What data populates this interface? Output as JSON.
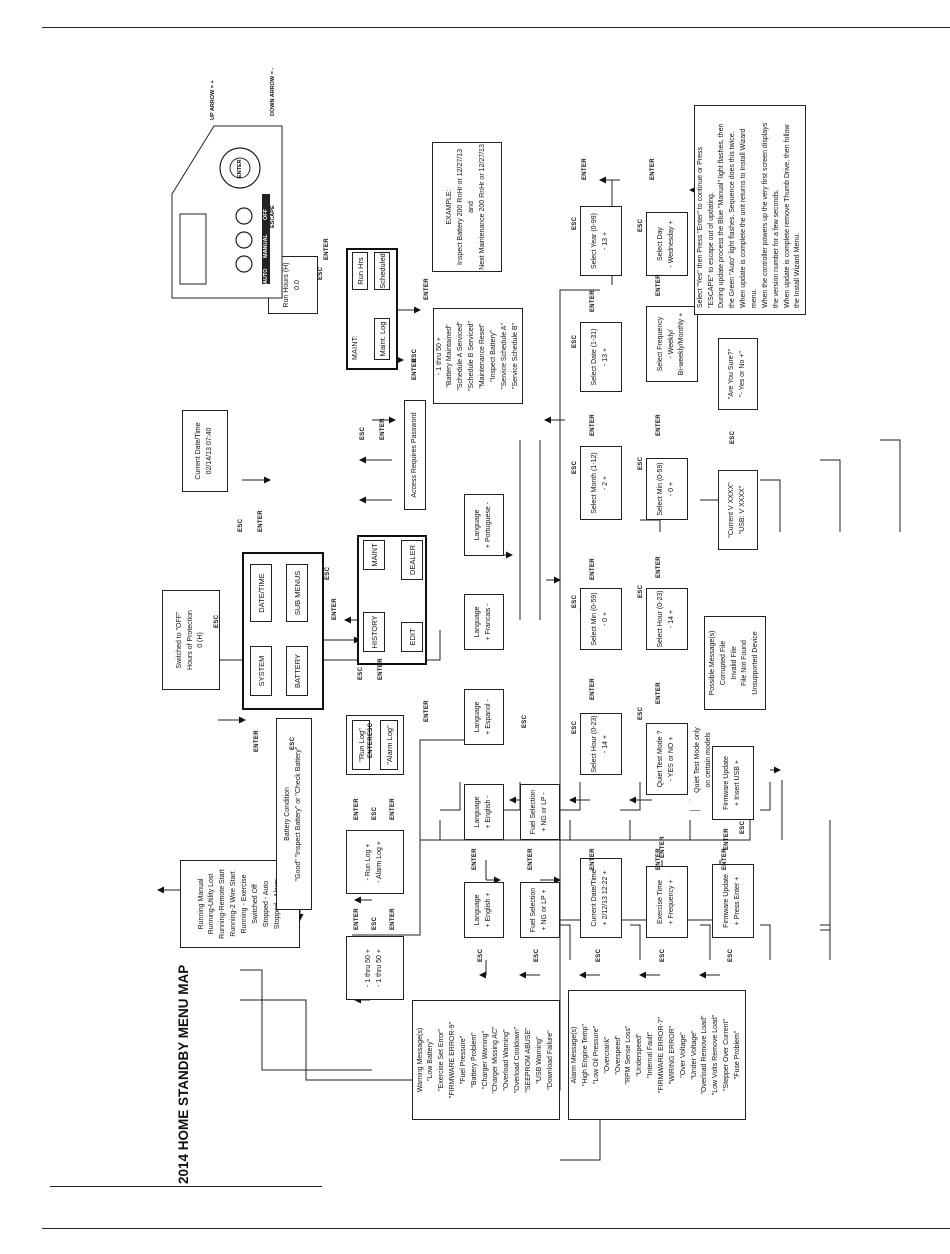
{
  "title": "2014 HOME STANDBY MENU MAP",
  "labels": {
    "enter": "ENTER",
    "esc": "ESC"
  },
  "status_list": [
    "Running Manual",
    "Running-Utility Lost",
    "Running-Remote Start",
    "Running-2 Wire Start",
    "Running - Exercise",
    "Switched Off",
    "Stopped - Auto",
    "Stopped - Alarm"
  ],
  "switched_off": [
    "Switched to \"OFF\"",
    "Hours of Protection",
    "0 (H)"
  ],
  "main_menu": {
    "system": "SYSTEM",
    "battery": "BATTERY",
    "date_time": "DATE/TIME",
    "sub_menus": "SUB MENUS"
  },
  "battery_condition": [
    "Battery Condition",
    "\"Good\" \"Inspect Battery\" or \"Check Battery\""
  ],
  "current_date_time": [
    "Current Date/Time",
    "02/14/13  07:40"
  ],
  "sub_menu": {
    "history": "HISTORY",
    "maint": "MAINT",
    "edit": "EDIT",
    "dealer": "DEALER"
  },
  "access_password": "Access Requires Password",
  "run_hours": [
    "Run Hours (H)",
    "0.0"
  ],
  "maint_menu": {
    "title": "MAINT:",
    "run_hrs": "Run Hrs",
    "scheduled": "Scheduled",
    "maint_log": "Maint. Log"
  },
  "example": [
    "EXAMPLE:",
    "Inspect Battery 200 RnHr or 12/27/13",
    "and",
    "Next Maintenance 200 RnHr or 12/27/13"
  ],
  "maint_log_list": [
    "- 1 thru 50 +",
    "\"Battery Maintained\"",
    "\"Schedule A Serviced\"",
    "\"Schedule B Serviced\"",
    "\"Maintenance Reset\"",
    "\"Inspect Battery\"",
    "\"Service Schedule A\"",
    "\"Service Schedule B\""
  ],
  "history_logs": {
    "run_log": "\"Run Log\"",
    "alarm_log": "\"Alarm Log\""
  },
  "log_select": {
    "run_log": "- Run Log +",
    "alarm_log": "- Alarm Log +",
    "run_range": "- 1 thru 50 +",
    "alarm_range": "- 1 thru 50 +"
  },
  "warnings": [
    "Warning Message(s)",
    "\"Low Battery\"",
    "\"Exercise Set Error\"",
    "\"FIRMWARE ERROR-9\"",
    "\"Fuel Pressure\"",
    "\"Battery Problem\"",
    "\"Charger Warning\"",
    "\"Charger Missing AC\"",
    "\"Overload Warning\"",
    "\"Overload Cooldown\"",
    "\"SEEPROM ABUSE\"",
    "\"USB Warning\"",
    "\"Download Failure\""
  ],
  "alarms": [
    "Alarm Message(s)",
    "\"High Engine Temp\"",
    "\"Low Oil Pressure\"",
    "\"Overcrank\"",
    "\"Overspeed\"",
    "\"RPM Sense Loss\"",
    "\"Underspeed\"",
    "\"Internal Fault\"",
    "\"FIRMWARE ERROR-7\"",
    "\"WIRING ERROR\"",
    "\"Over Voltage\"",
    "\"Under Voltage\"",
    "\"Overload Remove Load\"",
    "\"Low Volts Remove Load\"",
    "\"Stepper Over Current\"",
    "\"Fuse Problem\""
  ],
  "language": {
    "main": [
      "Language",
      "+  English  +"
    ],
    "english": [
      "Language",
      "+ English -"
    ],
    "espanol": [
      "Language",
      "+ Espanol -"
    ],
    "francais": [
      "Language",
      "+ Francais -"
    ],
    "portuguese": [
      "Language",
      "+ Portuguese -"
    ]
  },
  "fuel": {
    "main": [
      "Fuel Selection",
      "+  NG or LP  +"
    ],
    "sub": [
      "Fuel Selection",
      "+ NG or LP -"
    ]
  },
  "date_time_set": {
    "main": [
      "Current Date/Time",
      "+  2/12/13  12:22  +"
    ],
    "hour": [
      "Select Hour (0-23)",
      "- 14 +"
    ],
    "min": [
      "Select Min (0-59)",
      "- 0 +"
    ],
    "month": [
      "Select Month (1-12)",
      "- 2 +"
    ],
    "date": [
      "Select Date (1-31)",
      "- 13 +"
    ],
    "year": [
      "Select Year (0-99)",
      "- 13 +"
    ]
  },
  "exercise": {
    "main": [
      "Exercise Time",
      "+  Frequency  +"
    ],
    "quiet": [
      "Quiet Test Mode ?",
      "- YES or NO +"
    ],
    "quiet_note": [
      "Quiet Test Mode only",
      "on certain models"
    ],
    "hour": [
      "Select Hour (0-23)",
      "- 14 +"
    ],
    "min": [
      "Select Min (0-59)",
      "- 0 +"
    ],
    "frequency": [
      "Select Frequency",
      "- Weekly/",
      "Bi-weekly/Monthly +"
    ],
    "day": [
      "Select Day",
      "- Wednesday +"
    ]
  },
  "firmware": {
    "main": [
      "Firmware Update",
      "+  Press Enter  +"
    ],
    "insert": [
      "Firmware Update",
      "+  Insert USB  +"
    ],
    "messages": [
      "Possible Message(s)",
      "Corrupted File",
      "Invalid File",
      "File Not Found",
      "Unsupported Device"
    ],
    "version": [
      "\"Current V XXXX\"",
      "\"USB:    V XXXX\""
    ],
    "confirm": [
      "\"Are You Sure?\"",
      "\"- Yes or No +\""
    ]
  },
  "instructions": [
    "Select \"Yes\" then Press \"Enter\" to continue or Press",
    "\"ESCAPE\" to escape out of updating.",
    "During update process the Blue \"Manual\" light flashes, then",
    "the Green \"Auto\" light flashes. Sequence does this twice.",
    "When update is complete the unit returns to Install Wizard",
    "menu.",
    "When the controller powers up the very first screen displays",
    "the version number for a few seconds.",
    "When update is complete remove Thumb Drive, then follow",
    "the Install Wizard Menu."
  ],
  "controller": {
    "auto": "AUTO",
    "manual": "MANUAL",
    "off": "OFF",
    "enter": "ENTER",
    "escape": "ESCAPE",
    "up_arrow": "UP ARROW = +",
    "down_arrow": "DOWN ARROW = -"
  }
}
